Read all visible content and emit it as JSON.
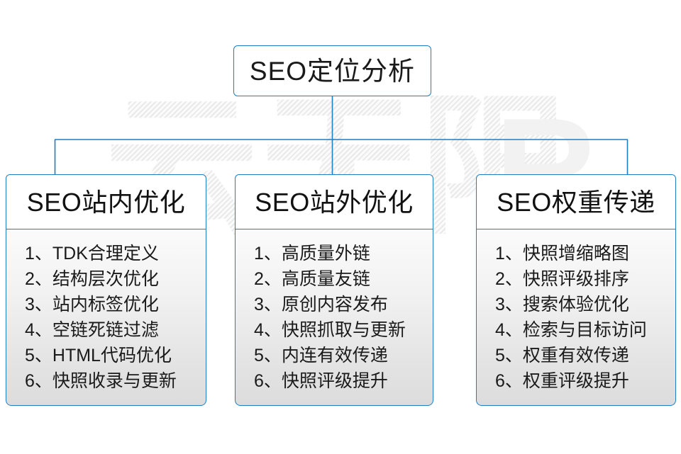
{
  "diagram": {
    "root": {
      "label": "SEO定位分析"
    },
    "branches": [
      {
        "header": "SEO站内优化",
        "items": [
          {
            "num": "1、",
            "text": "TDK合理定义"
          },
          {
            "num": "2、",
            "text": "结构层次优化"
          },
          {
            "num": "3、",
            "text": "站内标签优化"
          },
          {
            "num": "4、",
            "text": "空链死链过滤"
          },
          {
            "num": "5、",
            "text": "HTML代码优化"
          },
          {
            "num": "6、",
            "text": "快照收录与更新"
          }
        ]
      },
      {
        "header": "SEO站外优化",
        "items": [
          {
            "num": "1、",
            "text": "高质量外链"
          },
          {
            "num": "2、",
            "text": "高质量友链"
          },
          {
            "num": "3、",
            "text": "原创内容发布"
          },
          {
            "num": "4、",
            "text": "快照抓取与更新"
          },
          {
            "num": "5、",
            "text": "内连有效传递"
          },
          {
            "num": "6、",
            "text": "快照评级提升"
          }
        ]
      },
      {
        "header": "SEO权重传递",
        "items": [
          {
            "num": "1、",
            "text": "快照增缩略图"
          },
          {
            "num": "2、",
            "text": "快照评级排序"
          },
          {
            "num": "3、",
            "text": "搜索体验优化"
          },
          {
            "num": "4、",
            "text": "检索与目标访问"
          },
          {
            "num": "5、",
            "text": "权重有效传递"
          },
          {
            "num": "6、",
            "text": "权重评级提升"
          }
        ]
      }
    ]
  },
  "watermark": {
    "text": "云无限",
    "registered_mark": "R"
  },
  "colors": {
    "border_blue": "#1f7fc4",
    "connector_blue": "#1f7fc4",
    "text_dark": "#1a1a1a",
    "panel_top": "#fbfbfb",
    "panel_bottom": "#dcdcdc",
    "background": "#ffffff"
  }
}
